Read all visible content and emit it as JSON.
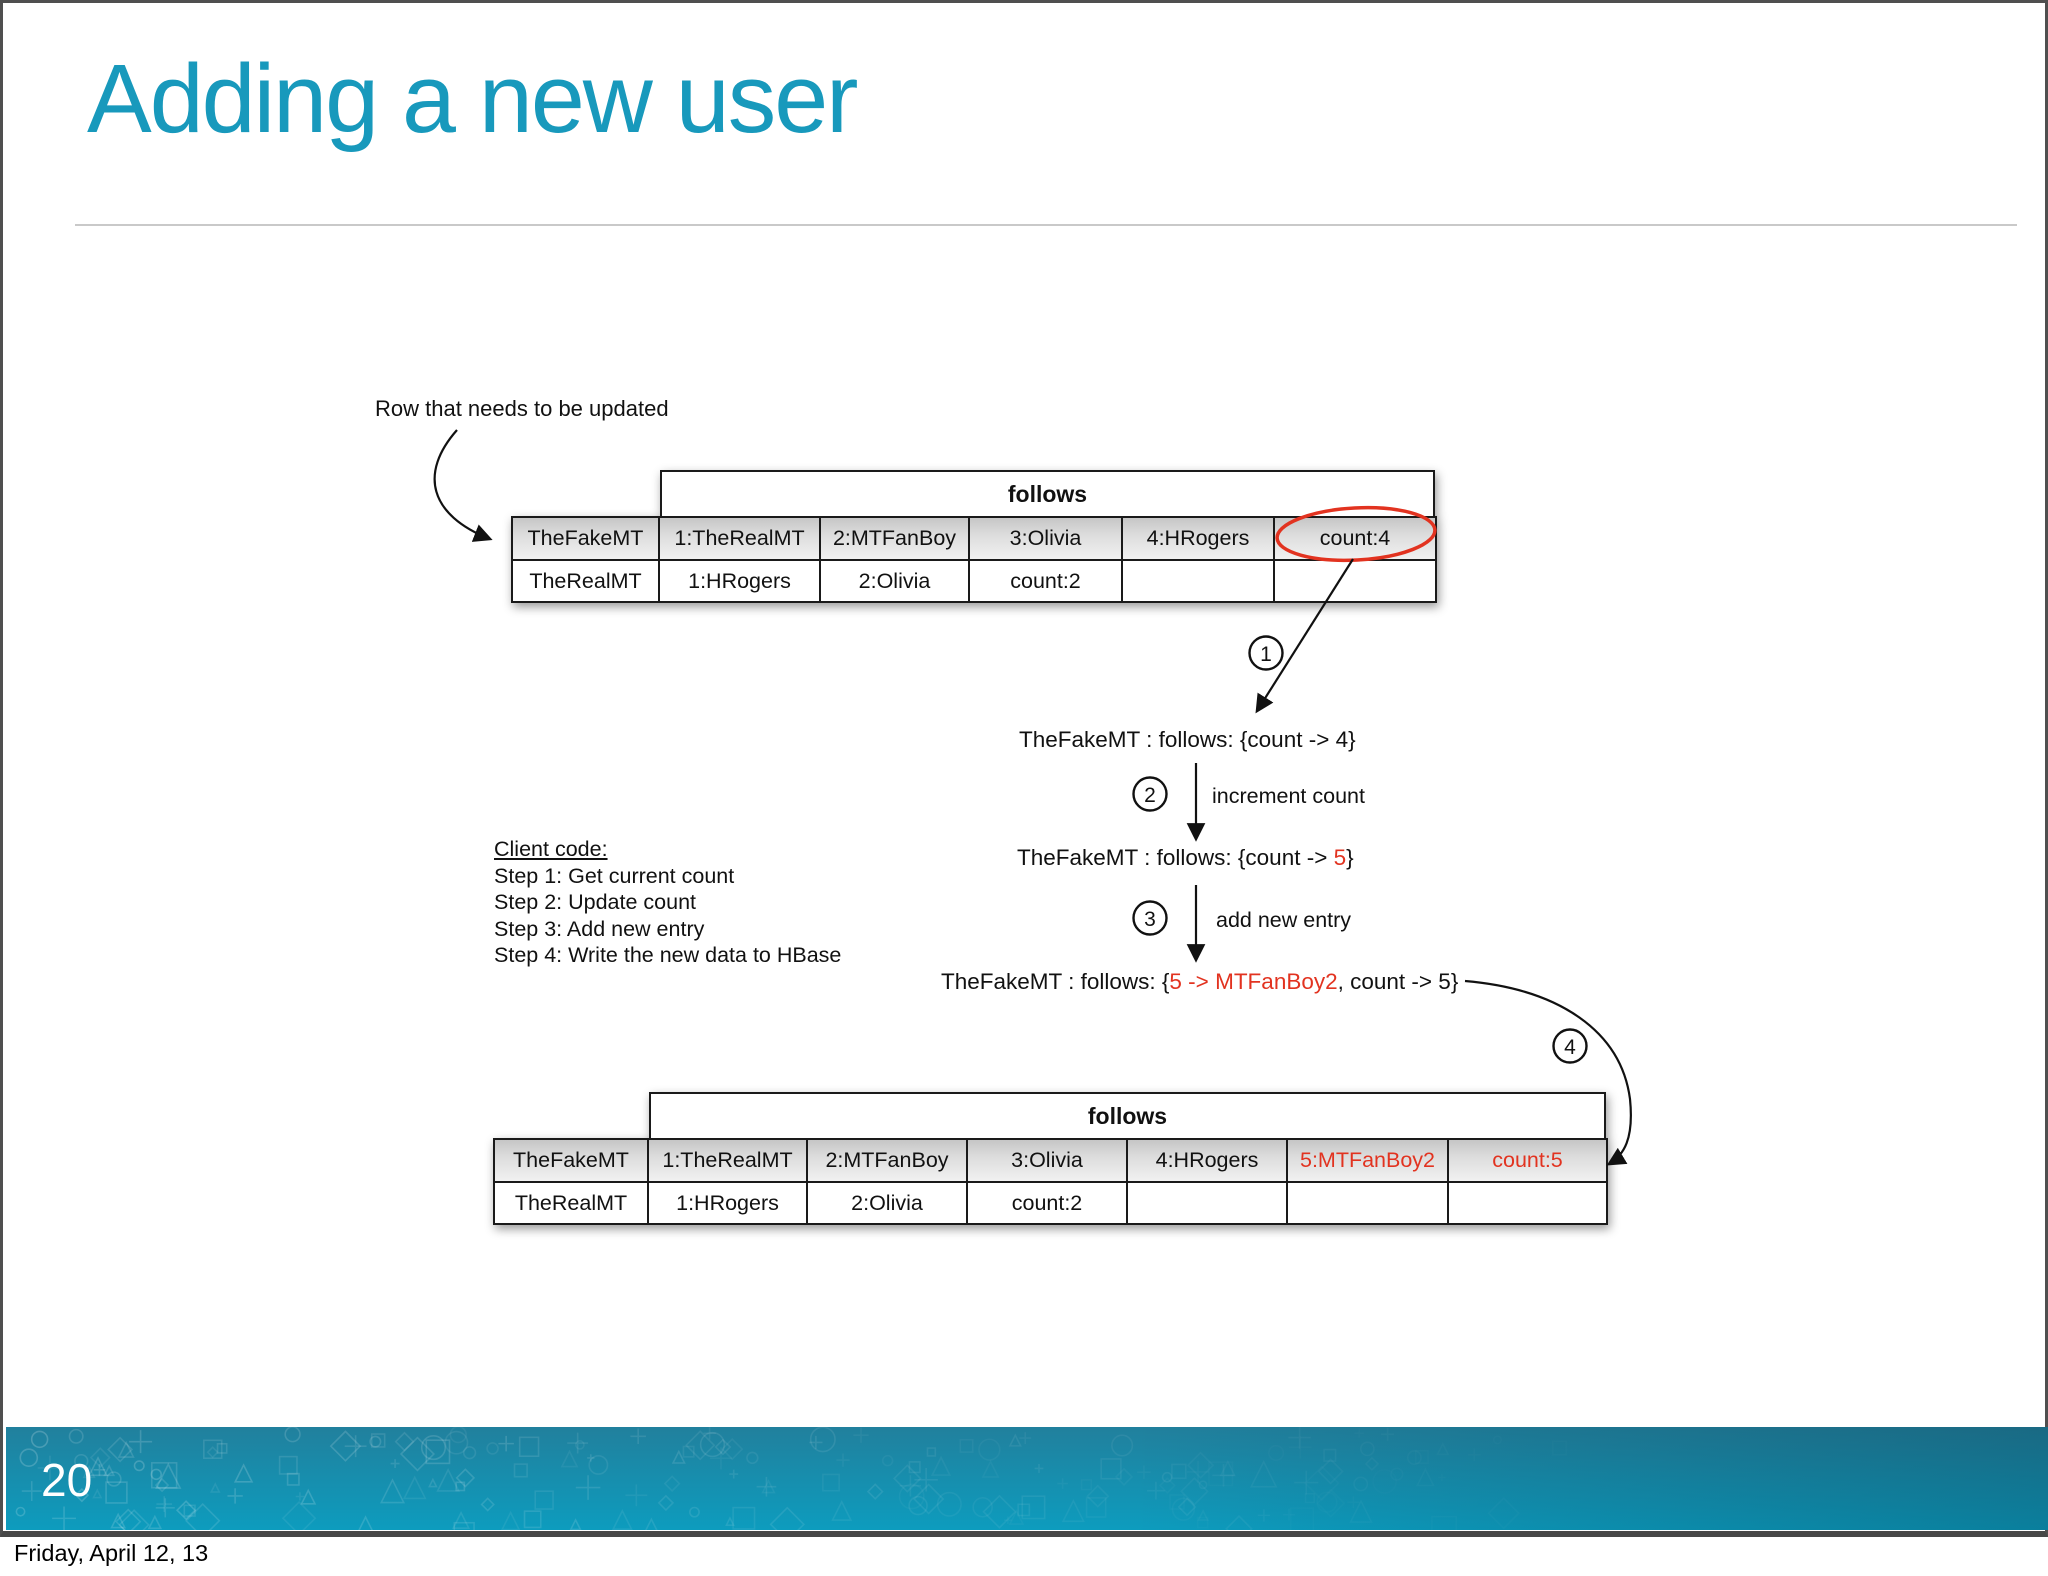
{
  "slide": {
    "title": "Adding a new user",
    "page_number": "20",
    "footer_date": "Friday, April 12, 13"
  },
  "annotation": {
    "row_update_label": "Row that needs to be updated"
  },
  "table_before": {
    "family_header": "follows",
    "rows": [
      {
        "key": "TheFakeMT",
        "cells": [
          "1:TheRealMT",
          "2:MTFanBoy",
          "3:Olivia",
          "4:HRogers",
          {
            "t": "count:4",
            "circled": true
          }
        ]
      },
      {
        "key": "TheRealMT",
        "cells": [
          "1:HRogers",
          "2:Olivia",
          "count:2",
          "",
          ""
        ]
      }
    ]
  },
  "table_after": {
    "family_header": "follows",
    "rows": [
      {
        "key": "TheFakeMT",
        "cells": [
          "1:TheRealMT",
          "2:MTFanBoy",
          "3:Olivia",
          "4:HRogers",
          {
            "t": "5:MTFanBoy2",
            "red": true
          },
          {
            "t": "count:5",
            "red": true
          }
        ]
      },
      {
        "key": "TheRealMT",
        "cells": [
          "1:HRogers",
          "2:Olivia",
          "count:2",
          "",
          "",
          ""
        ]
      }
    ]
  },
  "flow": {
    "badges": [
      "1",
      "2",
      "3",
      "4"
    ],
    "arrow_labels": [
      "increment count",
      "add new entry"
    ],
    "lines": [
      {
        "pre": "TheFakeMT : follows: {count -> 4}",
        "red": "",
        "post": ""
      },
      {
        "pre": "TheFakeMT : follows: {count -> ",
        "red": "5",
        "post": "}"
      },
      {
        "pre": "TheFakeMT : follows: {",
        "red": "5 -> MTFanBoy2",
        "post": ", count -> 5}"
      }
    ]
  },
  "client_code": {
    "heading": "Client code:",
    "lines": [
      "Step 1: Get current count",
      "Step 2: Update count",
      "Step 3: Add new entry",
      "Step 4: Write the new data to HBase"
    ]
  },
  "colors": {
    "title_teal": "#1899BC",
    "highlight_red": "#E23320",
    "bar_gradient_top": "#21809D",
    "bar_gradient_bottom": "#0D9CBE",
    "table_border": "#1A1A1A"
  }
}
